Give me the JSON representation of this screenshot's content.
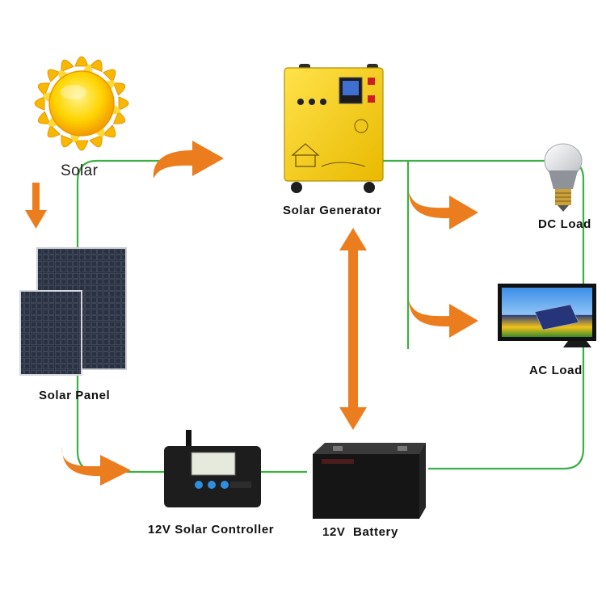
{
  "diagram": {
    "nodes": {
      "solar": {
        "label": "Solar",
        "icon": "sun-icon"
      },
      "panel": {
        "label": "Solar Panel",
        "icon": "solar-panel-icon"
      },
      "generator": {
        "label": "Solar Generator",
        "icon": "generator-icon"
      },
      "dc_load": {
        "label": "DC Load",
        "icon": "light-bulb-icon"
      },
      "ac_load": {
        "label": "AC Load",
        "icon": "television-icon"
      },
      "controller": {
        "label": "12V Solar Controller",
        "icon": "charge-controller-icon"
      },
      "battery": {
        "label": "12V  Battery",
        "icon": "battery-icon"
      }
    },
    "flows": [
      {
        "from": "solar",
        "to": "panel"
      },
      {
        "from": "panel",
        "to": "generator"
      },
      {
        "from": "panel",
        "to": "controller"
      },
      {
        "from": "generator",
        "to": "dc_load"
      },
      {
        "from": "generator",
        "to": "ac_load"
      },
      {
        "from": "generator",
        "to": "battery",
        "bidirectional": true
      },
      {
        "from": "controller",
        "to": "battery"
      }
    ],
    "colors": {
      "wire": "#3cb043",
      "arrow": "#ec7d1f",
      "sun": "#f8c000",
      "generator_body": "#f5d21c",
      "panel": "#1e2330",
      "label": "#111111"
    }
  }
}
